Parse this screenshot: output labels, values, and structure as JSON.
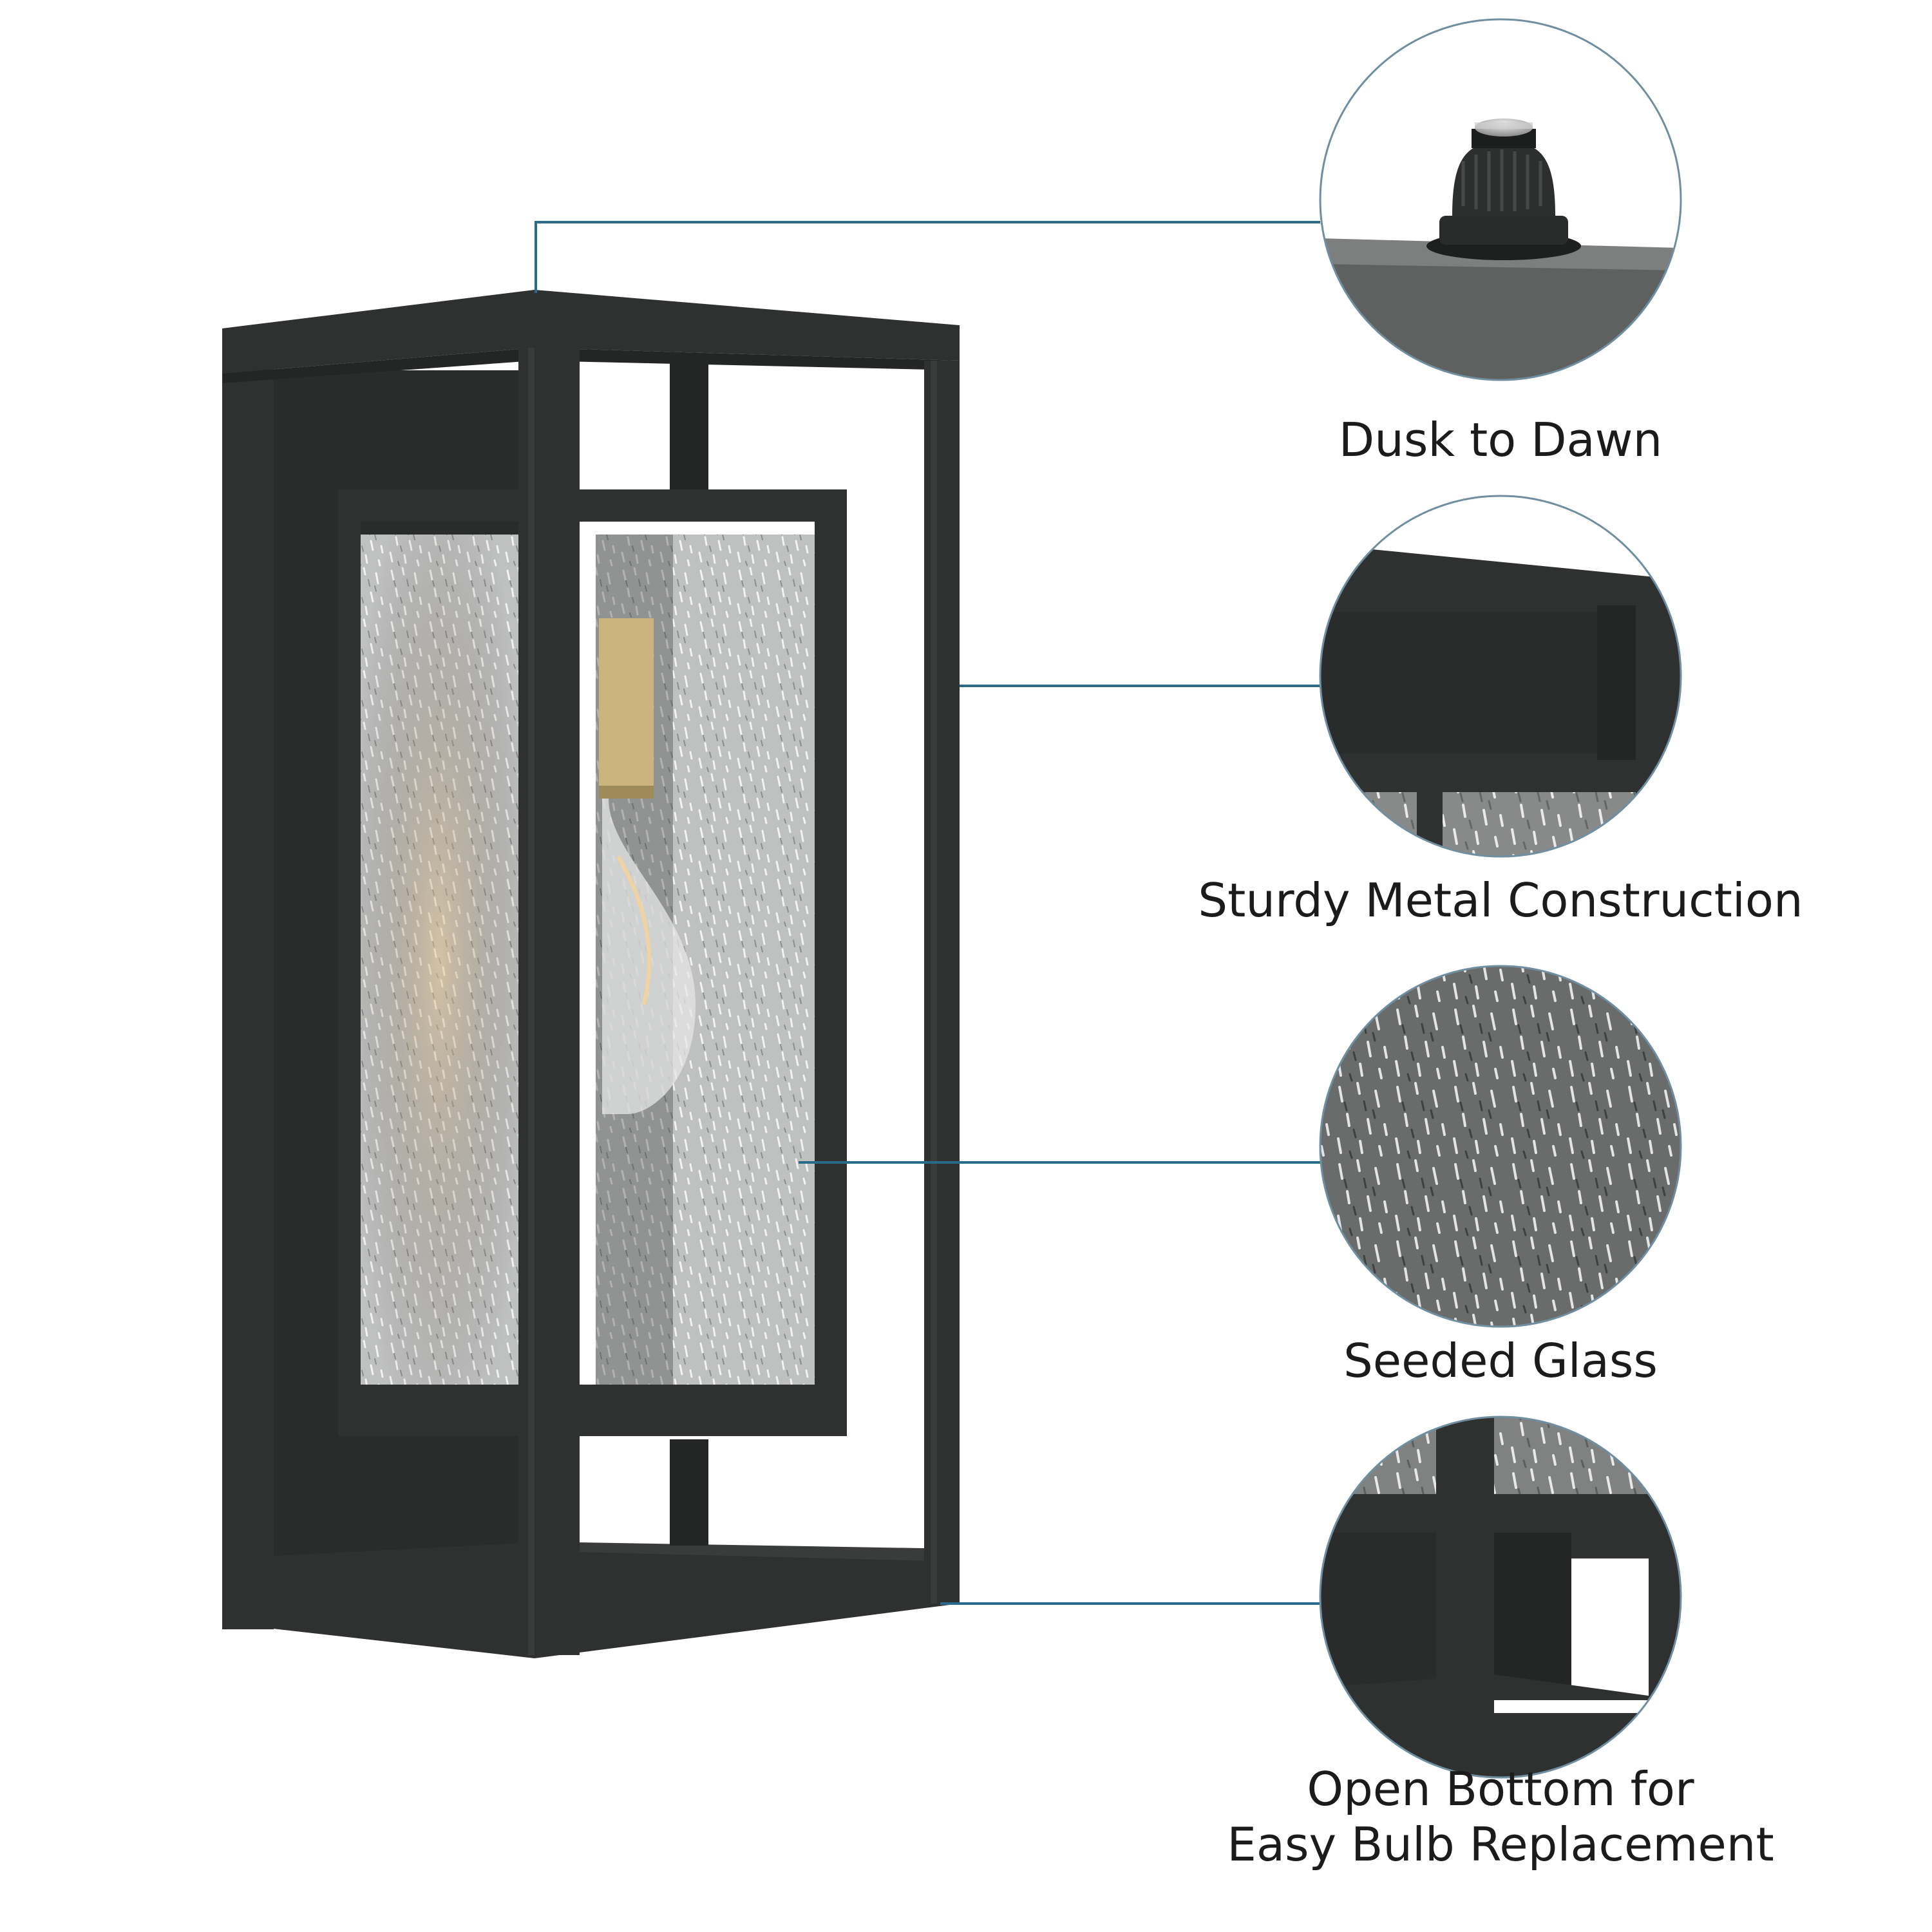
{
  "features": [
    {
      "id": "dusk-to-dawn",
      "label": "Dusk to Dawn"
    },
    {
      "id": "sturdy-metal",
      "label": "Sturdy Metal Construction"
    },
    {
      "id": "seeded-glass",
      "label": "Seeded Glass"
    },
    {
      "id": "open-bottom",
      "label_lines": [
        "Open Bottom for",
        "Easy Bulb Replacement"
      ]
    }
  ],
  "colors": {
    "fixture": "#2f3130",
    "fixture_dark": "#242625",
    "callout_line": "#2a6a8a",
    "circle_outline": "#6f8ea0",
    "glass": "#c9c9c9",
    "brass": "#cbb47e"
  }
}
